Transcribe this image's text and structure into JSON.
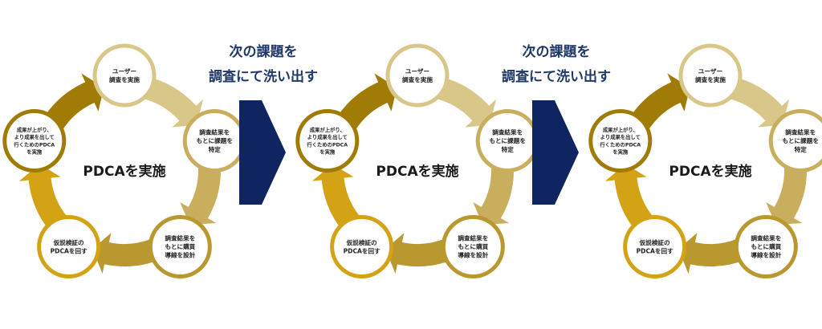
{
  "colors": {
    "navy": "#0f2561",
    "label_navy": "#1f3a68",
    "ring": [
      "#d9c78a",
      "#c9ae5e",
      "#b8982f",
      "#d4a215",
      "#a07c06"
    ],
    "node_border": [
      "#d9c78a",
      "#c9ae5e",
      "#b8982f",
      "#d4a215",
      "#a07c06"
    ]
  },
  "cycles": [
    {
      "center": "PDCAを実施",
      "nodes": [
        {
          "lines": [
            "ユーザー",
            "調査を実施"
          ]
        },
        {
          "lines": [
            "調査結果を",
            "もとに課題を",
            "特定"
          ]
        },
        {
          "lines": [
            "調査結果を",
            "もとに購買",
            "導線を設計"
          ]
        },
        {
          "lines": [
            "仮説検証の",
            "PDCAを回す"
          ]
        },
        {
          "lines": [
            "成果が上がり、",
            "より成果を出して",
            "行くためのPDCA",
            "を実施"
          ]
        }
      ]
    },
    {
      "center": "PDCAを実施",
      "nodes": [
        {
          "lines": [
            "ユーザー",
            "調査を実施"
          ]
        },
        {
          "lines": [
            "調査結果を",
            "もとに課題を",
            "特定"
          ]
        },
        {
          "lines": [
            "調査結果を",
            "もとに購買",
            "導線を設計"
          ]
        },
        {
          "lines": [
            "仮説検証の",
            "PDCAを回す"
          ]
        },
        {
          "lines": [
            "成果が上がり、",
            "より成果を出して",
            "行くためのPDCA",
            "を実施"
          ]
        }
      ]
    },
    {
      "center": "PDCAを実施",
      "nodes": [
        {
          "lines": [
            "ユーザー",
            "調査を実施"
          ]
        },
        {
          "lines": [
            "調査結果を",
            "もとに課題を",
            "特定"
          ]
        },
        {
          "lines": [
            "調査結果を",
            "もとに購買",
            "導線を設計"
          ]
        },
        {
          "lines": [
            "仮説検証の",
            "PDCAを回す"
          ]
        },
        {
          "lines": [
            "成果が上がり、",
            "より成果を出して",
            "行くためのPDCA",
            "を実施"
          ]
        }
      ]
    }
  ],
  "connectors": [
    {
      "lines": [
        "次の課題を",
        "調査にて洗い出す"
      ]
    },
    {
      "lines": [
        "次の課題を",
        "調査にて洗い出す"
      ]
    }
  ]
}
